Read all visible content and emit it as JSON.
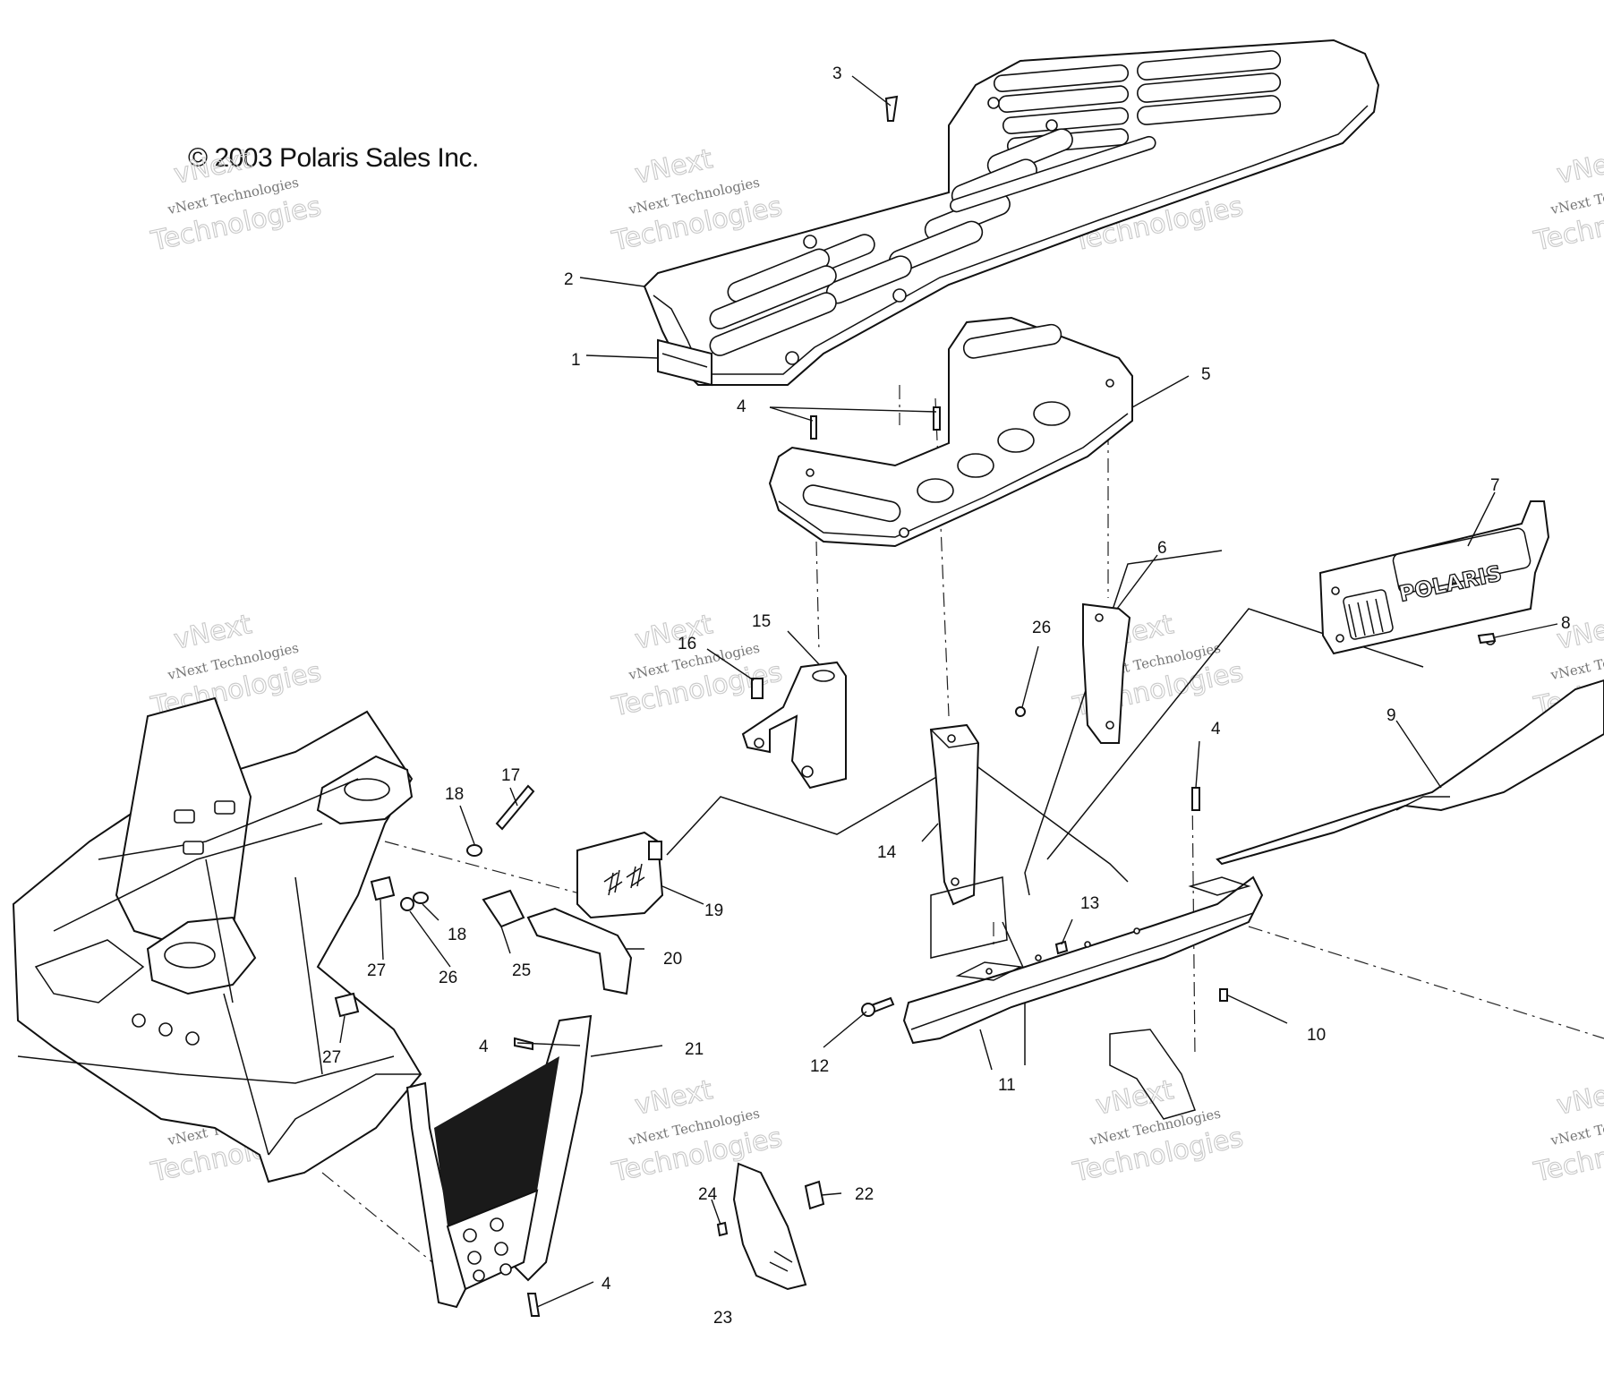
{
  "copyright": "© 2003 Polaris Sales Inc.",
  "watermark": {
    "line1": "vNext",
    "line2": "vNext Technologies",
    "line3": "Technologies"
  },
  "grille_logo": "POLARIS",
  "callouts": [
    "1",
    "2",
    "3",
    "4",
    "4",
    "4",
    "4",
    "5",
    "6",
    "7",
    "8",
    "9",
    "10",
    "11",
    "12",
    "13",
    "14",
    "15",
    "16",
    "17",
    "18",
    "18",
    "19",
    "20",
    "21",
    "22",
    "23",
    "24",
    "25",
    "26",
    "26",
    "27",
    "27"
  ],
  "colors": {
    "ink": "#111111",
    "watermark": "#c9c9c9",
    "background": "#ffffff"
  }
}
